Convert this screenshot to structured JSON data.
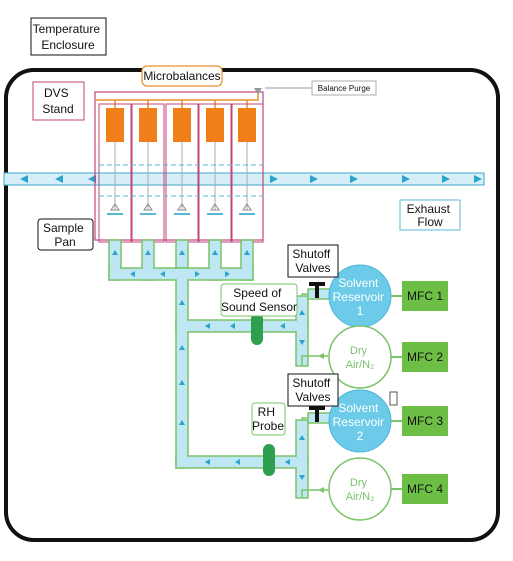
{
  "labels": {
    "temperature_enclosure": [
      "Temperature",
      "Enclosure"
    ],
    "dvs_stand": [
      "DVS",
      "Stand"
    ],
    "microbalances": "Microbalances",
    "balance_purge": "Balance Purge",
    "exhaust_flow": [
      "Exhaust",
      "Flow"
    ],
    "sample_pan": [
      "Sample",
      "Pan"
    ],
    "shutoff_valves_1": [
      "Shutoff",
      "Valves"
    ],
    "shutoff_valves_2": [
      "Shutoff",
      "Valves"
    ],
    "speed_of_sound_sensor": [
      "Speed of",
      "Sound Sensor"
    ],
    "rh_probe": [
      "RH",
      "Probe"
    ],
    "solvent_reservoir_1": [
      "Solvent",
      "Reservoir",
      "1"
    ],
    "solvent_reservoir_2": [
      "Solvent",
      "Reservoir",
      "2"
    ],
    "dry_air_1": [
      "Dry",
      "Air/N₂"
    ],
    "dry_air_2": [
      "Dry",
      "Air/N₂"
    ],
    "mfc1": "MFC 1",
    "mfc2": "MFC 2",
    "mfc3": "MFC 3",
    "mfc4": "MFC 4"
  },
  "colors": {
    "pipe_fill": "#bfe6f3",
    "pipe_border": "#7ac36a",
    "exhaust_fill": "#d6eef7",
    "exhaust_border": "#58b7d6",
    "arrow": "#2aa3cf",
    "sensor": "#2e9e4f",
    "microbalance": "#f07f1a",
    "balance_wire": "#e8902a",
    "solvent": "#6ccbe8",
    "mfc": "#6cbf44",
    "enclosure": "#111111",
    "dvs_box": "#c2457a"
  }
}
